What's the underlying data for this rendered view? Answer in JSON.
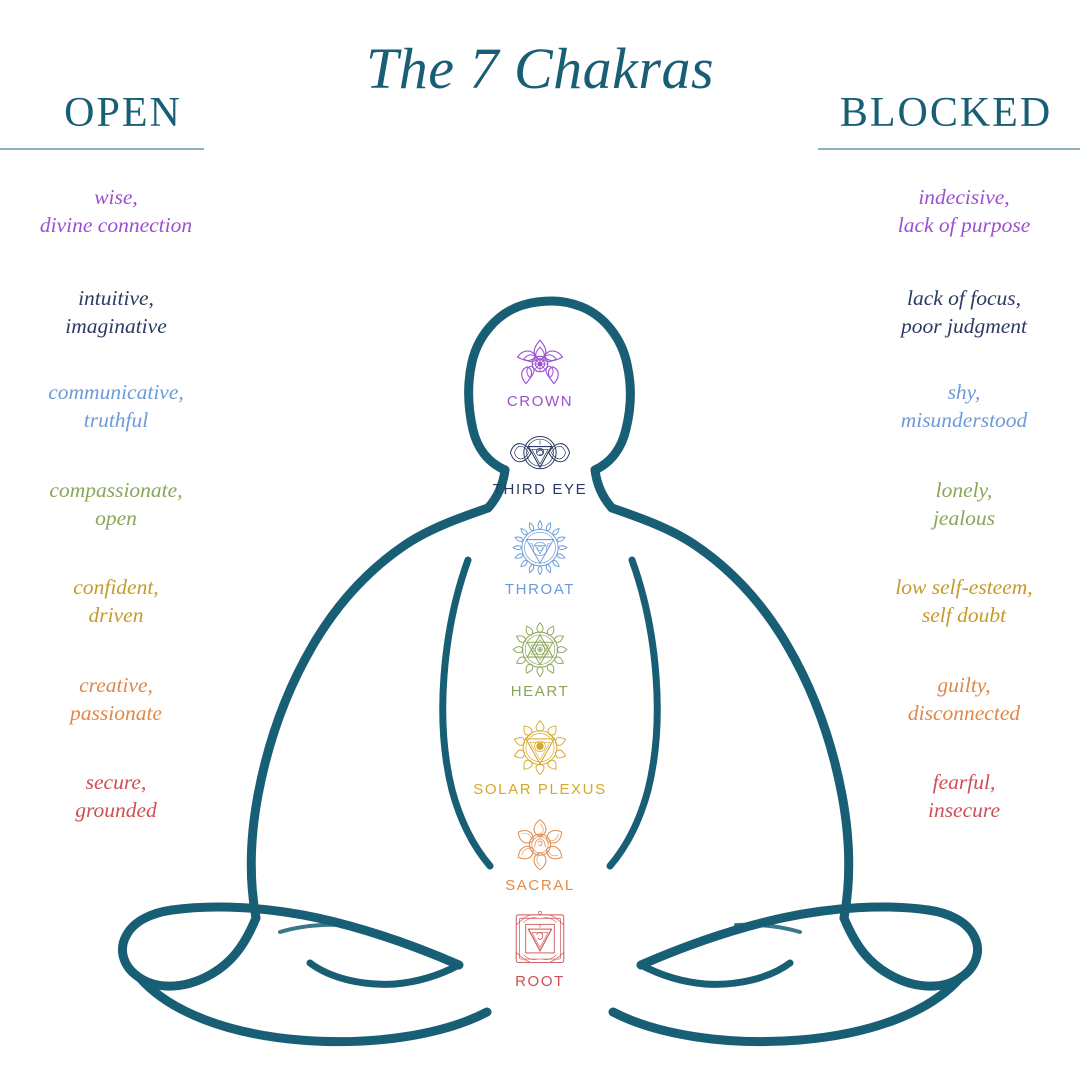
{
  "title": "The 7 Chakras",
  "headers": {
    "left": "OPEN",
    "right": "BLOCKED"
  },
  "colors": {
    "teal": "#185f76",
    "rule": "#8fb0bd",
    "crown": "#9b4fd1",
    "third_eye": "#2b3a63",
    "throat": "#6c9bd8",
    "heart": "#8ba558",
    "solar_plexus": "#d6a829",
    "sacral": "#e08b4a",
    "root": "#cf4f52"
  },
  "chakras": [
    {
      "id": "crown",
      "label": "CROWN",
      "symbol_icon": "lotus-mandala-icon",
      "color": "#9b4fd1",
      "open": "wise,\ndivine connection",
      "blocked": "indecisive,\nlack of purpose",
      "open_line1": "wise,",
      "open_line2": "divine connection",
      "blocked_line1": "indecisive,",
      "blocked_line2": "lack of purpose"
    },
    {
      "id": "third-eye",
      "label": "THIRD EYE",
      "symbol_icon": "eye-petal-mandala-icon",
      "color": "#2b3a63",
      "open_line1": "intuitive,",
      "open_line2": "imaginative",
      "blocked_line1": "lack of focus,",
      "blocked_line2": "poor judgment"
    },
    {
      "id": "throat",
      "label": "THROAT",
      "symbol_icon": "circle-triangle-mandala-icon",
      "color": "#6c9bd8",
      "open_line1": "communicative,",
      "open_line2": "truthful",
      "blocked_line1": "shy,",
      "blocked_line2": "misunderstood"
    },
    {
      "id": "heart",
      "label": "HEART",
      "symbol_icon": "hexagram-mandala-icon",
      "color": "#8ba558",
      "open_line1": "compassionate,",
      "open_line2": "open",
      "blocked_line1": "lonely,",
      "blocked_line2": "jealous"
    },
    {
      "id": "solar-plexus",
      "label": "SOLAR PLEXUS",
      "symbol_icon": "sun-triangle-mandala-icon",
      "color": "#d6a829",
      "open_line1": "confident,",
      "open_line2": "driven",
      "blocked_line1": "low self-esteem,",
      "blocked_line2": "self doubt"
    },
    {
      "id": "sacral",
      "label": "SACRAL",
      "symbol_icon": "six-petal-lotus-icon",
      "color": "#e08b4a",
      "open_line1": "creative,",
      "open_line2": "passionate",
      "blocked_line1": "guilty,",
      "blocked_line2": "disconnected"
    },
    {
      "id": "root",
      "label": "ROOT",
      "symbol_icon": "square-triangle-mandala-icon",
      "color": "#cf4f52",
      "open_line1": "secure,",
      "open_line2": "grounded",
      "blocked_line1": "fearful,",
      "blocked_line2": "insecure"
    }
  ],
  "figure": {
    "icon": "meditating-lotus-pose-silhouette",
    "outline_color": "#185f76"
  }
}
